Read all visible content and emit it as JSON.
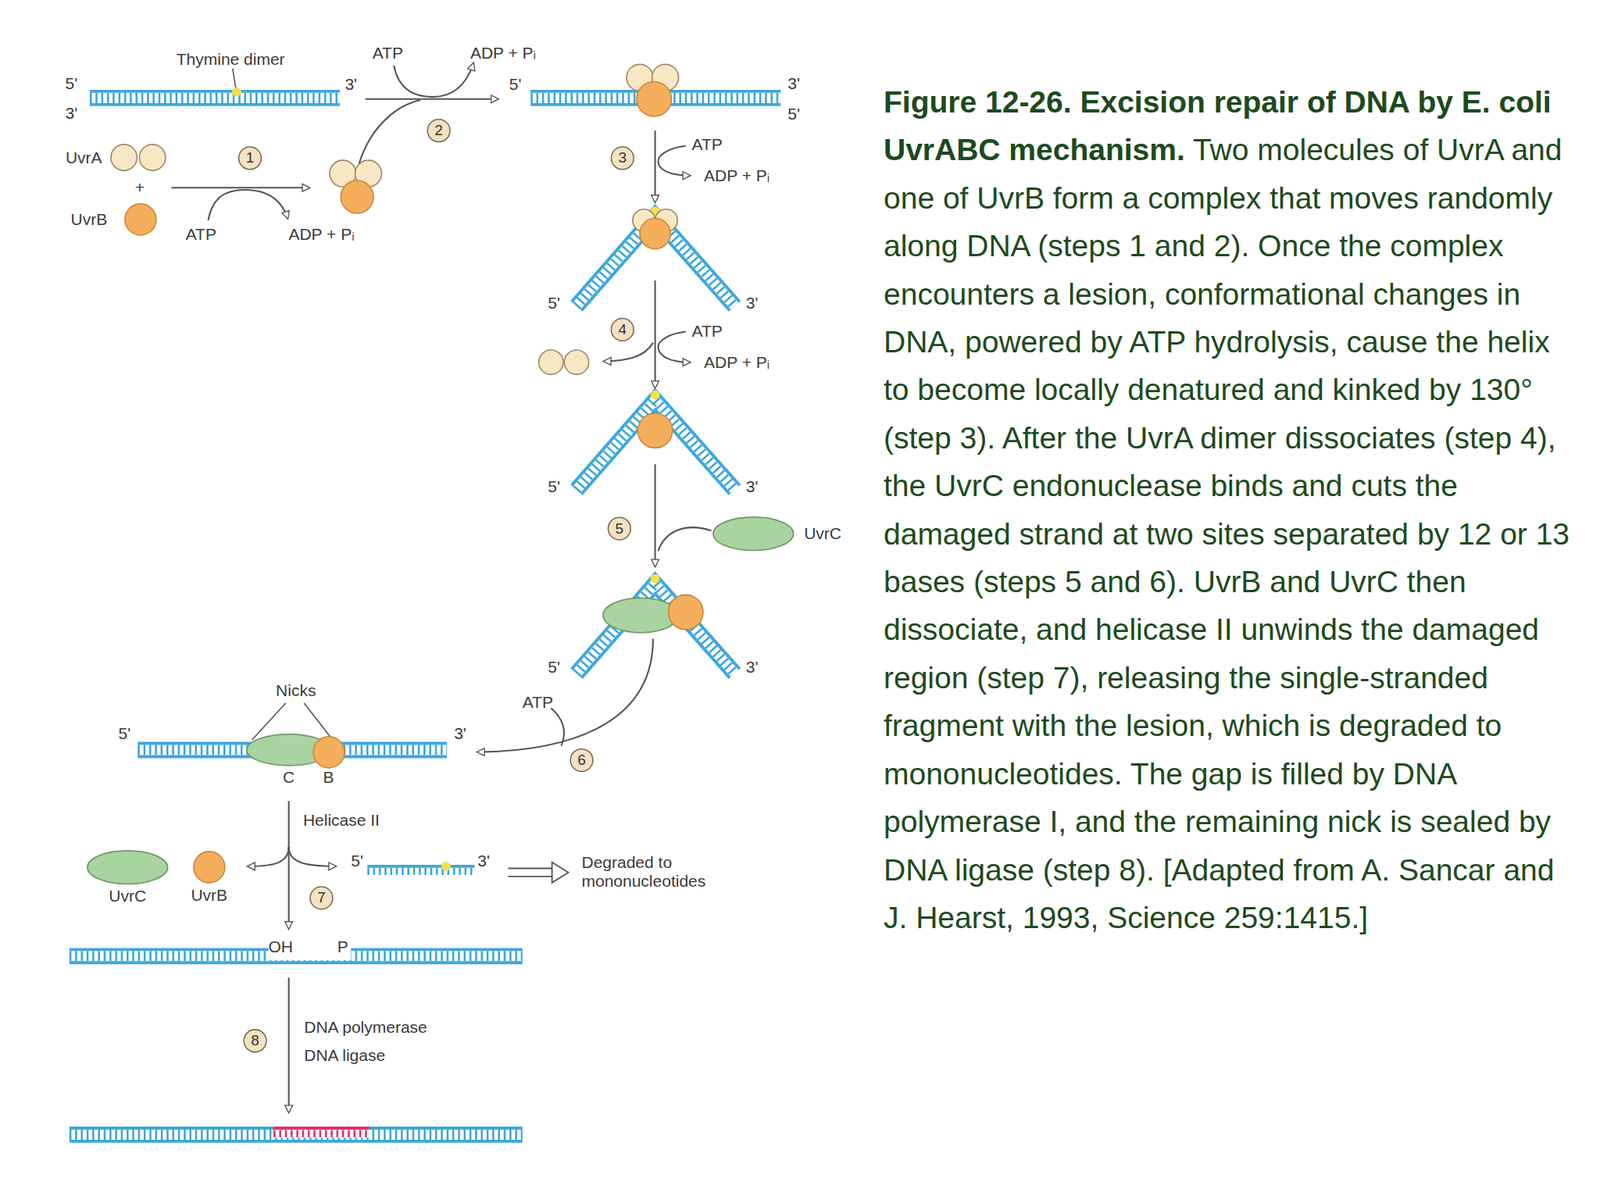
{
  "diagram": {
    "title": "Figure 12-26. Excision repair of DNA by E. coli UvrABC mechanism.",
    "caption": "Two molecules of UvrA and one of UvrB form a complex that moves randomly along DNA (steps 1 and 2). Once the complex encounters a lesion, conformational changes in DNA, powered by ATP hydrolysis, cause the helix to become locally denatured and kinked by 130° (step 3). After the UvrA dimer dissociates (step 4), the UvrC endonuclease binds and cuts the damaged strand at two sites separated by 12 or 13 bases (steps 5 and 6). UvrB and UvrC then dissociate, and helicase II unwinds the damaged region (step 7), releasing the single-stranded fragment with the lesion, which is degraded to mononucleotides. The gap is filled by DNA polymerase I, and the remaining nick is sealed by DNA ligase (step 8). [Adapted from A. Sancar and J. Hearst, 1993, Science 259:1415.]",
    "nodes": [
      {
        "text": [
          "UvrA"
        ]
      },
      {
        "text": [
          "UvrB"
        ]
      },
      {
        "text": [
          "UvrC"
        ]
      },
      {
        "text": [
          "C"
        ]
      },
      {
        "text": [
          "B"
        ]
      },
      {
        "text": [
          "UvrC"
        ]
      },
      {
        "text": [
          "UvrB"
        ]
      }
    ],
    "labels": [
      "Thymine dimer",
      "5'",
      "3'",
      "3'",
      "ATP",
      "ADP + Pᵢ",
      "1",
      "+",
      "ATP",
      "ADP + Pᵢ",
      "2",
      "5'",
      "3'",
      "5'",
      "3",
      "ATP",
      "ADP + Pᵢ",
      "5'",
      "3'",
      "4",
      "ATP",
      "ADP + Pᵢ",
      "5'",
      "3'",
      "5",
      "5'",
      "3'",
      "ATP",
      "Nicks",
      "5'",
      "3'",
      "6",
      "Helicase II",
      "5'",
      "3'",
      "Degraded to mononucleotides",
      "7",
      "OH",
      "P",
      "8",
      "DNA polymerase",
      "DNA ligase"
    ]
  }
}
